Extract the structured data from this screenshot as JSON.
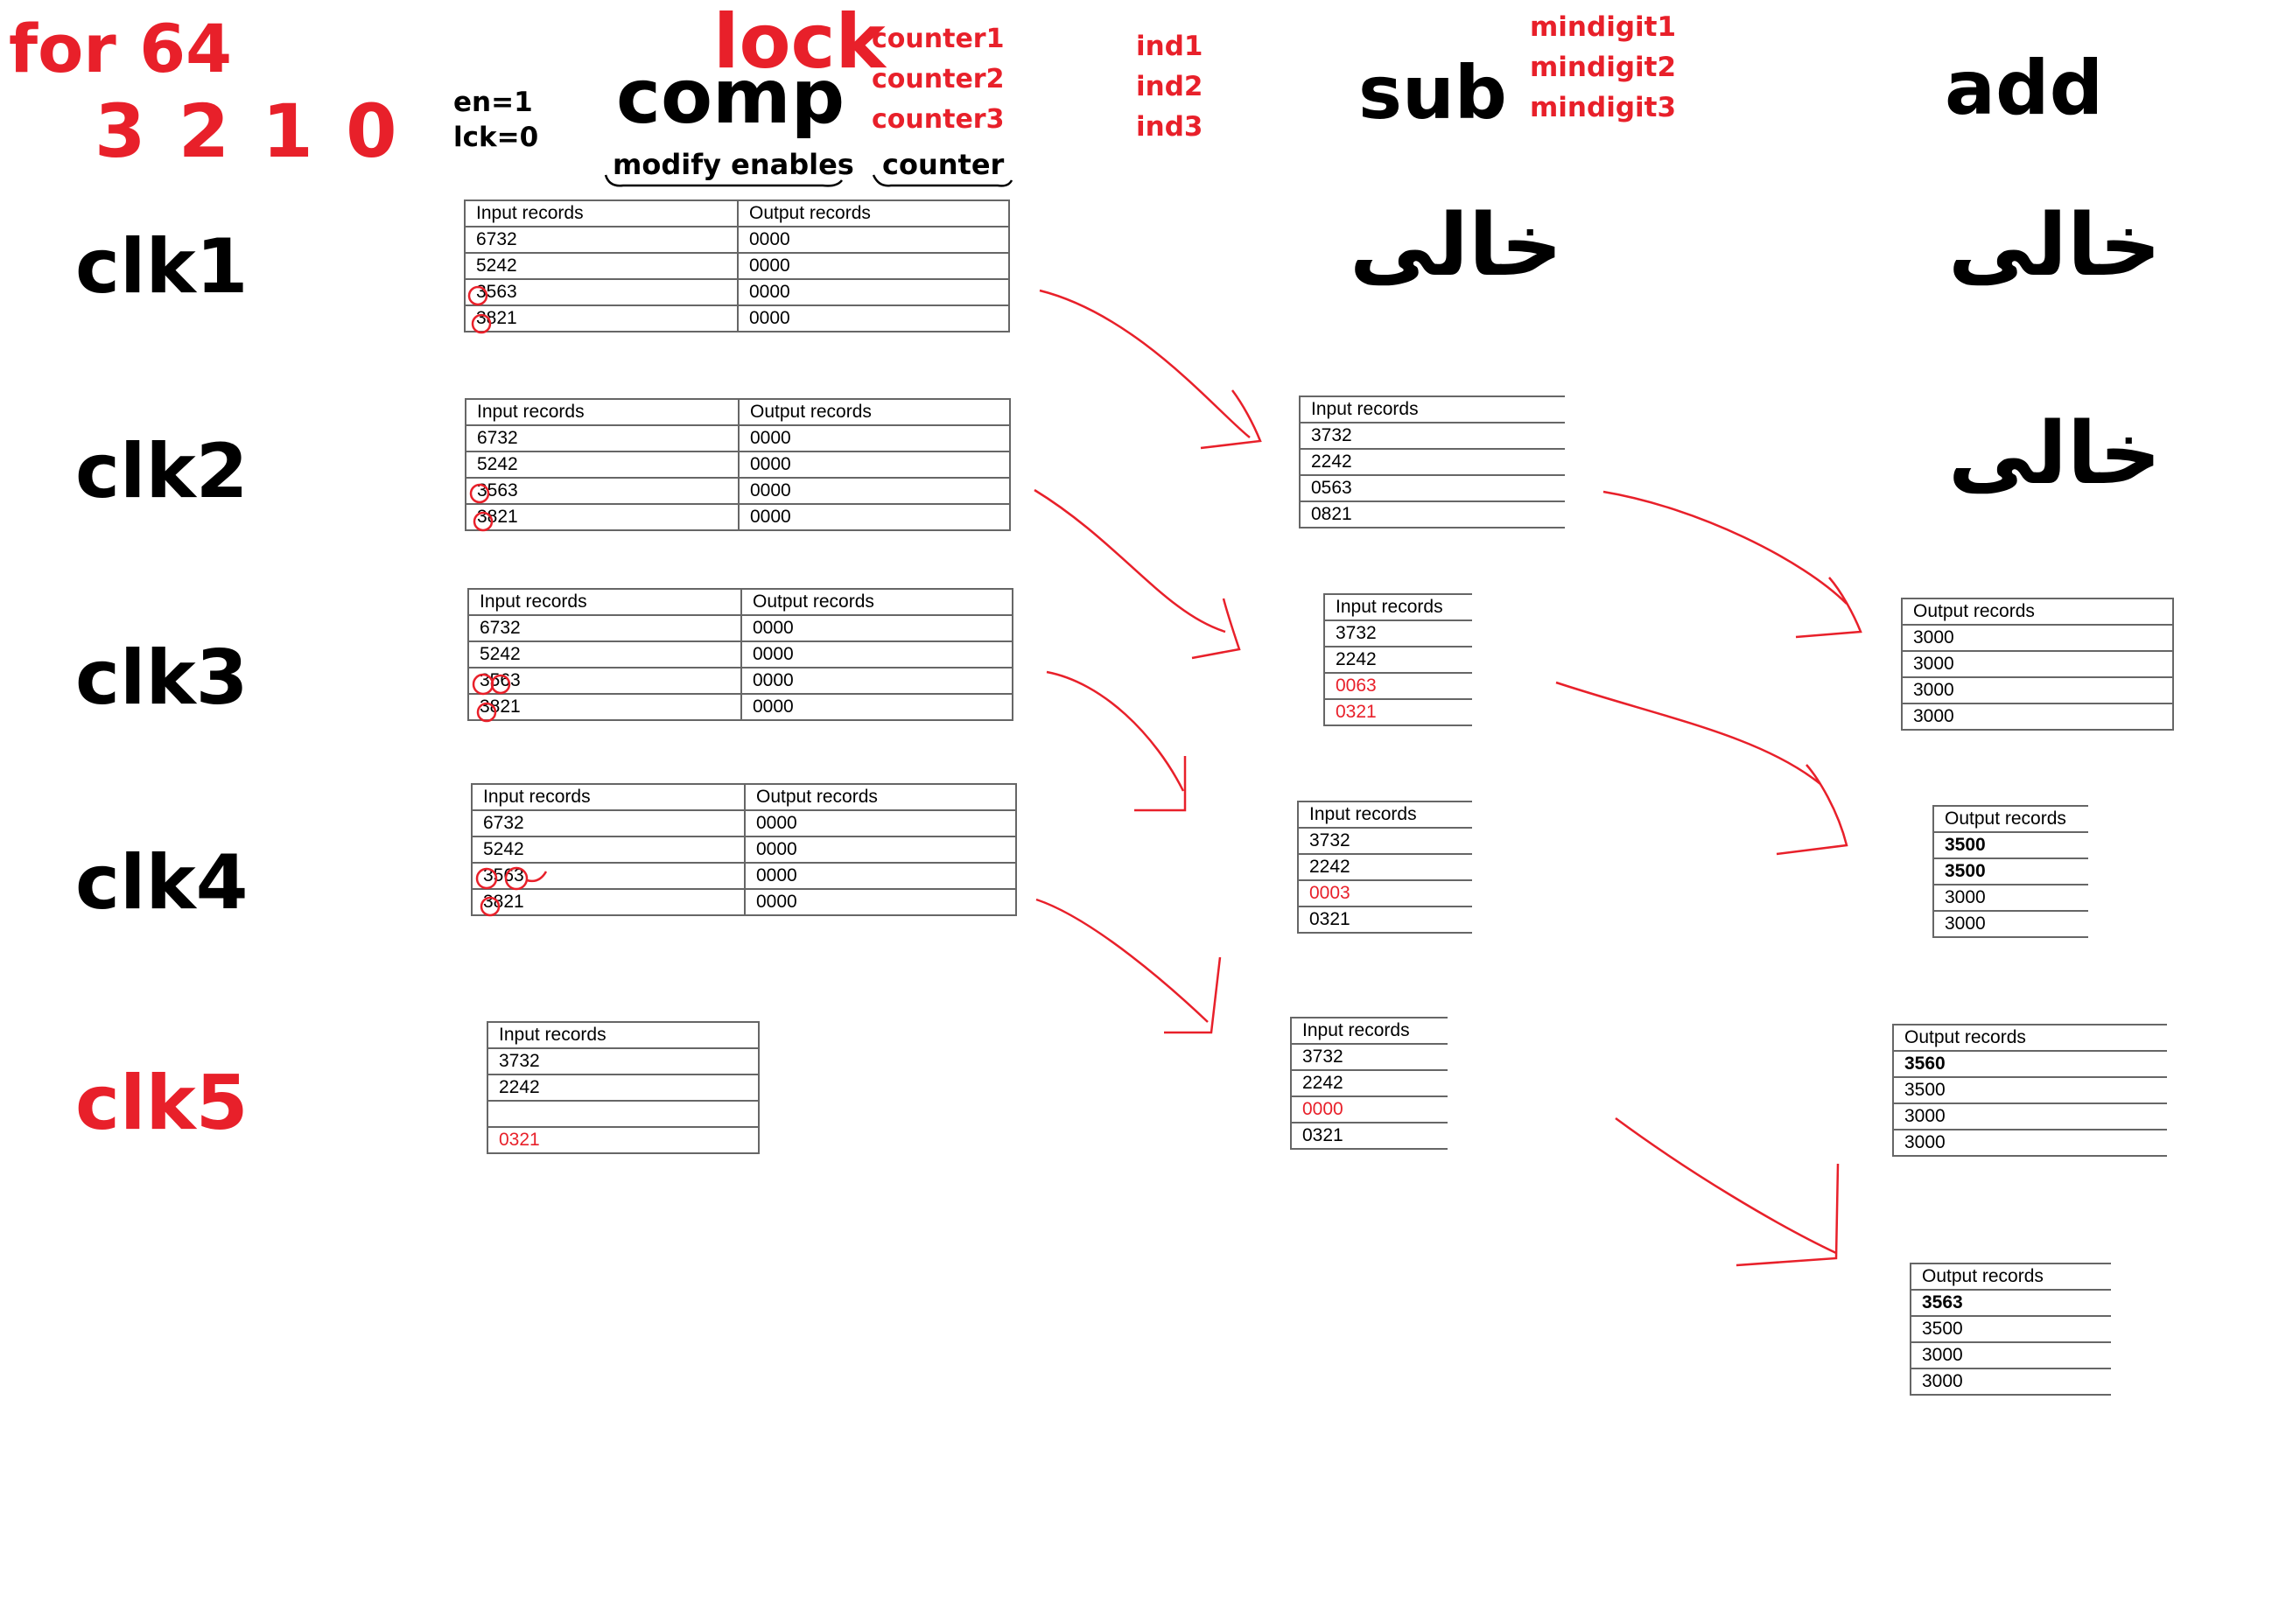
{
  "header": {
    "for64": "for 64",
    "digits": "3 2 1 0",
    "en": "en=1",
    "lck": "lck=0",
    "lock": "lock",
    "comp": "comp",
    "counters": [
      "counter1",
      "counter2",
      "counter3"
    ],
    "inds": [
      "ind1",
      "ind2",
      "ind3"
    ],
    "sub": "sub",
    "mindigits": [
      "mindigit1",
      "mindigit2",
      "mindigit3"
    ],
    "add": "add",
    "modify": "modify enables",
    "counter": "counter"
  },
  "clocks": [
    "clk1",
    "clk2",
    "clk3",
    "clk4",
    "clk5"
  ],
  "empty_label": "خالی",
  "labels": {
    "input": "Input records",
    "output": "Output records"
  },
  "comp_tables": [
    [
      [
        "6732",
        "0000"
      ],
      [
        "5242",
        "0000"
      ],
      [
        "3563",
        "0000"
      ],
      [
        "3821",
        "0000"
      ]
    ],
    [
      [
        "6732",
        "0000"
      ],
      [
        "5242",
        "0000"
      ],
      [
        "3563",
        "0000"
      ],
      [
        "3821",
        "0000"
      ]
    ],
    [
      [
        "6732",
        "0000"
      ],
      [
        "5242",
        "0000"
      ],
      [
        "3563",
        "0000"
      ],
      [
        "3821",
        "0000"
      ]
    ],
    [
      [
        "6732",
        "0000"
      ],
      [
        "5242",
        "0000"
      ],
      [
        "3563",
        "0000"
      ],
      [
        "3821",
        "0000"
      ]
    ]
  ],
  "clk5_input": [
    "3732",
    "2242",
    "",
    "0321"
  ],
  "sub_tables": [
    [
      "3732",
      "2242",
      "0563",
      "0821"
    ],
    [
      "3732",
      "2242",
      "0063",
      "0321"
    ],
    [
      "3732",
      "2242",
      "0003",
      "0321"
    ],
    [
      "3732",
      "2242",
      "0000",
      "0321"
    ]
  ],
  "add_tables": [
    [
      "3000",
      "3000",
      "3000",
      "3000"
    ],
    [
      "3500",
      "3500",
      "3000",
      "3000"
    ],
    [
      "3560",
      "3500",
      "3000",
      "3000"
    ],
    [
      "3563",
      "3500",
      "3000",
      "3000"
    ]
  ]
}
